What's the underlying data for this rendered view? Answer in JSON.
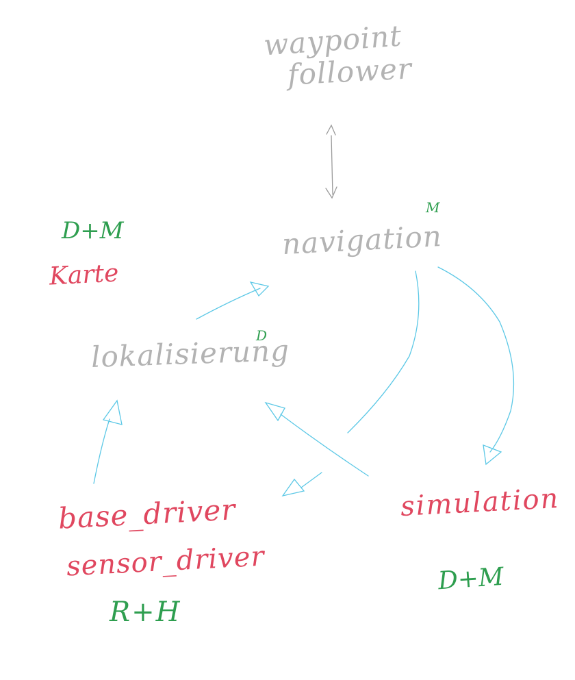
{
  "nodes": {
    "waypoint_follower": {
      "line1": "waypoint",
      "line2": "follower",
      "color": "#b3b3b3"
    },
    "navigation": {
      "label": "navigation",
      "color": "#b3b3b3"
    },
    "navigation_tag": {
      "label": "M",
      "color": "#2e9e4f"
    },
    "lokalisierung": {
      "label": "lokalisierung",
      "color": "#b3b3b3"
    },
    "lokalisierung_tag": {
      "label": "D",
      "color": "#2e9e4f"
    },
    "karte_tag": {
      "label": "D+M",
      "color": "#2e9e4f"
    },
    "karte": {
      "label": "Karte",
      "color": "#e0475f"
    },
    "base_driver": {
      "label": "base_driver",
      "color": "#e0475f"
    },
    "sensor_driver": {
      "label": "sensor_driver",
      "color": "#e0475f"
    },
    "drivers_tag": {
      "label": "R+H",
      "color": "#2e9e4f"
    },
    "simulation": {
      "label": "simulation",
      "color": "#e0475f"
    },
    "simulation_tag": {
      "label": "D+M",
      "color": "#2e9e4f"
    }
  },
  "colors": {
    "gray_arrow": "#9a9a9a",
    "cyan_arrow": "#5cc8e6"
  }
}
